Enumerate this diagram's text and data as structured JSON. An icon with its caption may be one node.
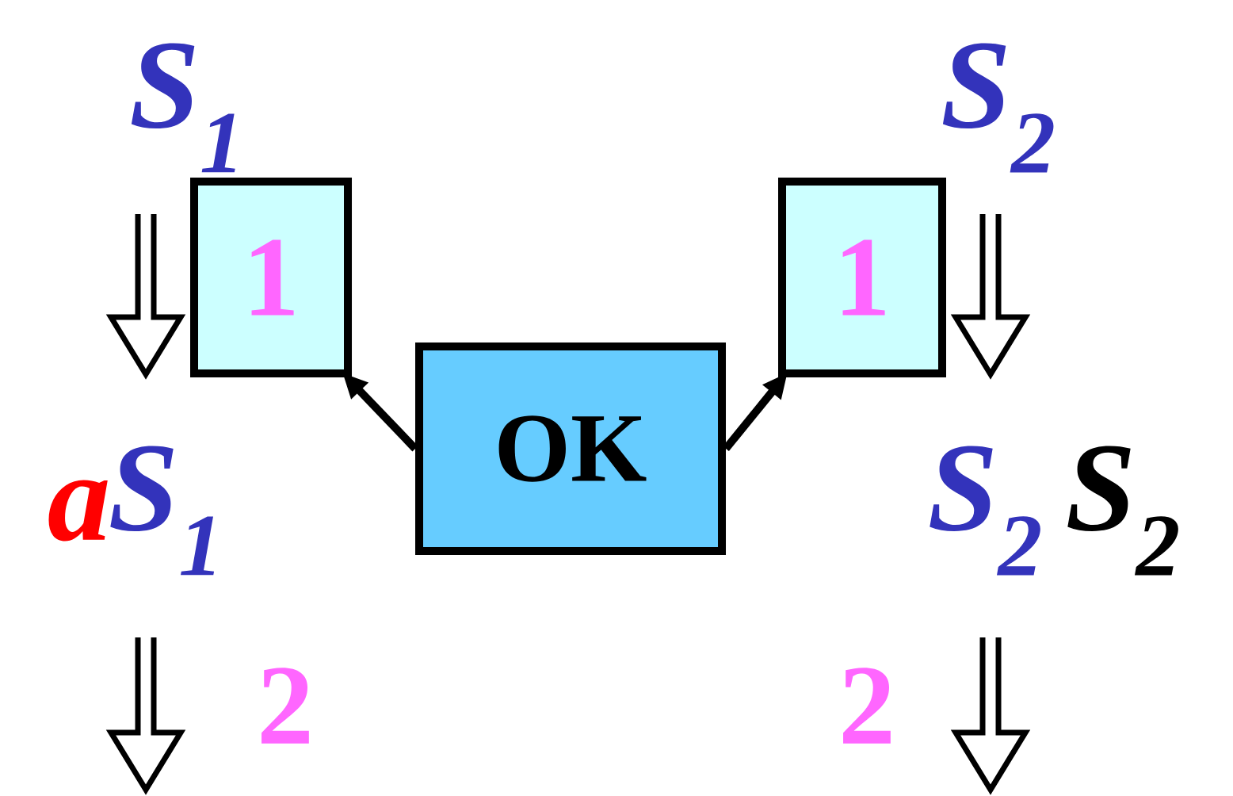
{
  "diagram": {
    "nodes": [
      {
        "text": [
          "1"
        ]
      },
      {
        "text": [
          "1"
        ]
      },
      {
        "text": [
          "OK"
        ]
      }
    ],
    "edges": [
      {
        "from": 2,
        "to": 0,
        "arrow": "to"
      },
      {
        "from": 2,
        "to": 1,
        "arrow": "to"
      }
    ],
    "labels": [
      "S$_{1}$",
      "S$_{2}$",
      "a",
      "S$_{1}$",
      "S$_{2}$",
      "S$_{2}$",
      "2",
      "2"
    ]
  }
}
